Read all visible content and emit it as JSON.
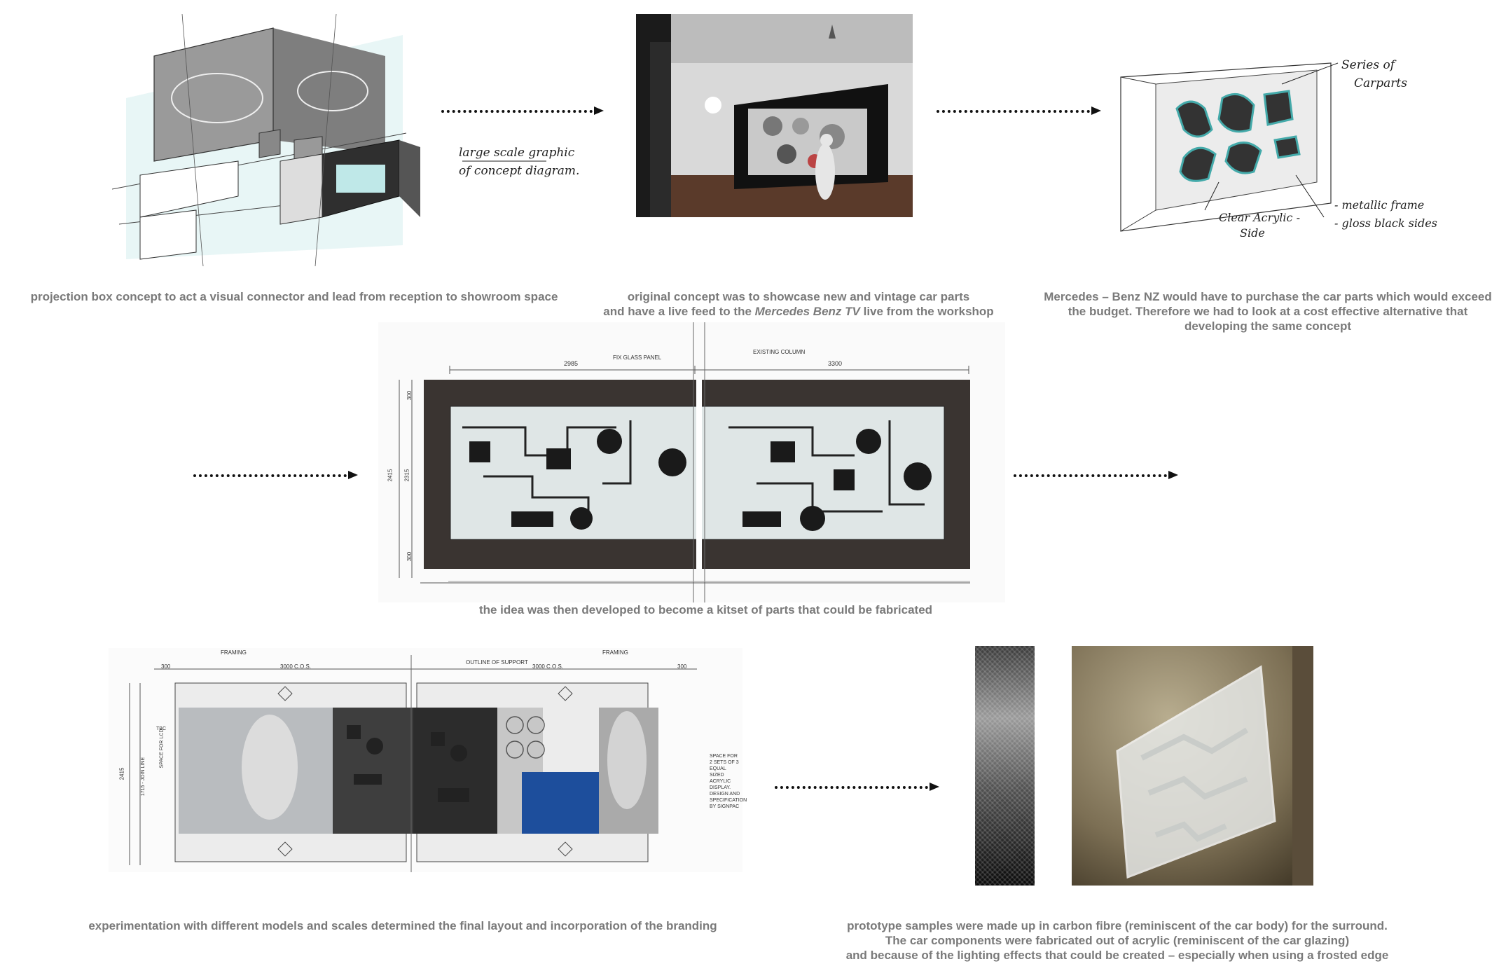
{
  "captions": {
    "projection": "projection box concept to act a visual connector and lead from reception to showroom space",
    "original_1": "original concept was to showcase new and vintage car parts",
    "original_2_prefix": "and have a live feed to the ",
    "original_2_em": "Mercedes Benz TV",
    "original_2_suffix": "  live from the workshop",
    "budget": "Mercedes – Benz NZ would have to purchase the car parts which would exceed the budget. Therefore we had to look at a cost  effective alternative that developing the same concept",
    "kitset": "the idea was then developed to become a kitset of parts that could be fabricated",
    "experimentation": "experimentation with  different models and scales determined the final layout  and incorporation of the branding",
    "prototype_1": "prototype samples were made up in carbon fibre (reminiscent of the car body) for the surround.",
    "prototype_2": "The car components were fabricated out of acrylic (reminiscent of the car glazing)",
    "prototype_3": "and because of the lighting effects that could be created – especially when using a frosted edge"
  },
  "sketch1": {
    "note_1": "large scale graphic",
    "note_2": "of concept diagram."
  },
  "sketch3": {
    "note_series_1": "Series of",
    "note_series_2": "Carparts",
    "note_clear_1": "Clear Acrylic -",
    "note_clear_2": "Side",
    "note_metallic_1": "- metallic frame",
    "note_metallic_2": "- gloss black sides"
  },
  "drawing_kitset": {
    "dim_left": "2985",
    "dim_right": "3300",
    "label_glass": "FIX GLASS PANEL",
    "label_column": "EXISTING COLUMN",
    "dim_h_total": "2415",
    "dim_h_mid": "2315",
    "dim_top": "300",
    "dim_bottom": "300"
  },
  "drawing_final": {
    "dim_300_left": "300",
    "dim_cos_left": "3000 C.O.S.",
    "label_support": "OUTLINE OF SUPPORT",
    "dim_cos_right": "3000 C.O.S.",
    "dim_300_right": "300",
    "label_framing_1": "FRAMING",
    "label_framing_2": "FRAMING",
    "dim_h_total": "2415",
    "dim_join": "1715 - JOIN LINE",
    "dim_lcd": "SPACE FOR LCD",
    "dim_tbc": "TBC",
    "space_note": [
      "SPACE FOR",
      "2 SETS OF 3",
      "EQUAL",
      "SIZED",
      "ACRYLIC",
      "DISPLAY.",
      "DESIGN AND",
      "SPECIFICATION",
      "BY SIGNPAC"
    ]
  },
  "colors": {
    "caption": "#7a7a7a",
    "frame": "#3a3431",
    "arrow": "#111111"
  }
}
